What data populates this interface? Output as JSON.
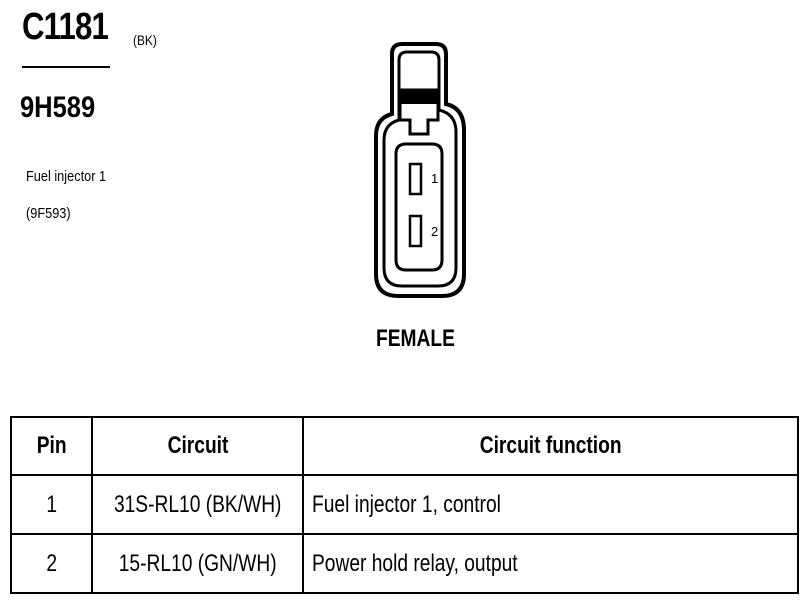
{
  "connector": {
    "id": "C1181",
    "color": "(BK)",
    "part_number": "9H589",
    "description_line1": "Fuel injector 1",
    "description_line2": "(9F593)"
  },
  "diagram": {
    "pin_labels": [
      "1",
      "2"
    ],
    "gender": "FEMALE"
  },
  "table": {
    "headers": [
      "Pin",
      "Circuit",
      "Circuit function"
    ],
    "rows": [
      {
        "pin": "1",
        "circuit": "31S-RL10 (BK/WH)",
        "function": "Fuel injector 1, control"
      },
      {
        "pin": "2",
        "circuit": "15-RL10 (GN/WH)",
        "function": "Power hold relay, output"
      }
    ]
  }
}
